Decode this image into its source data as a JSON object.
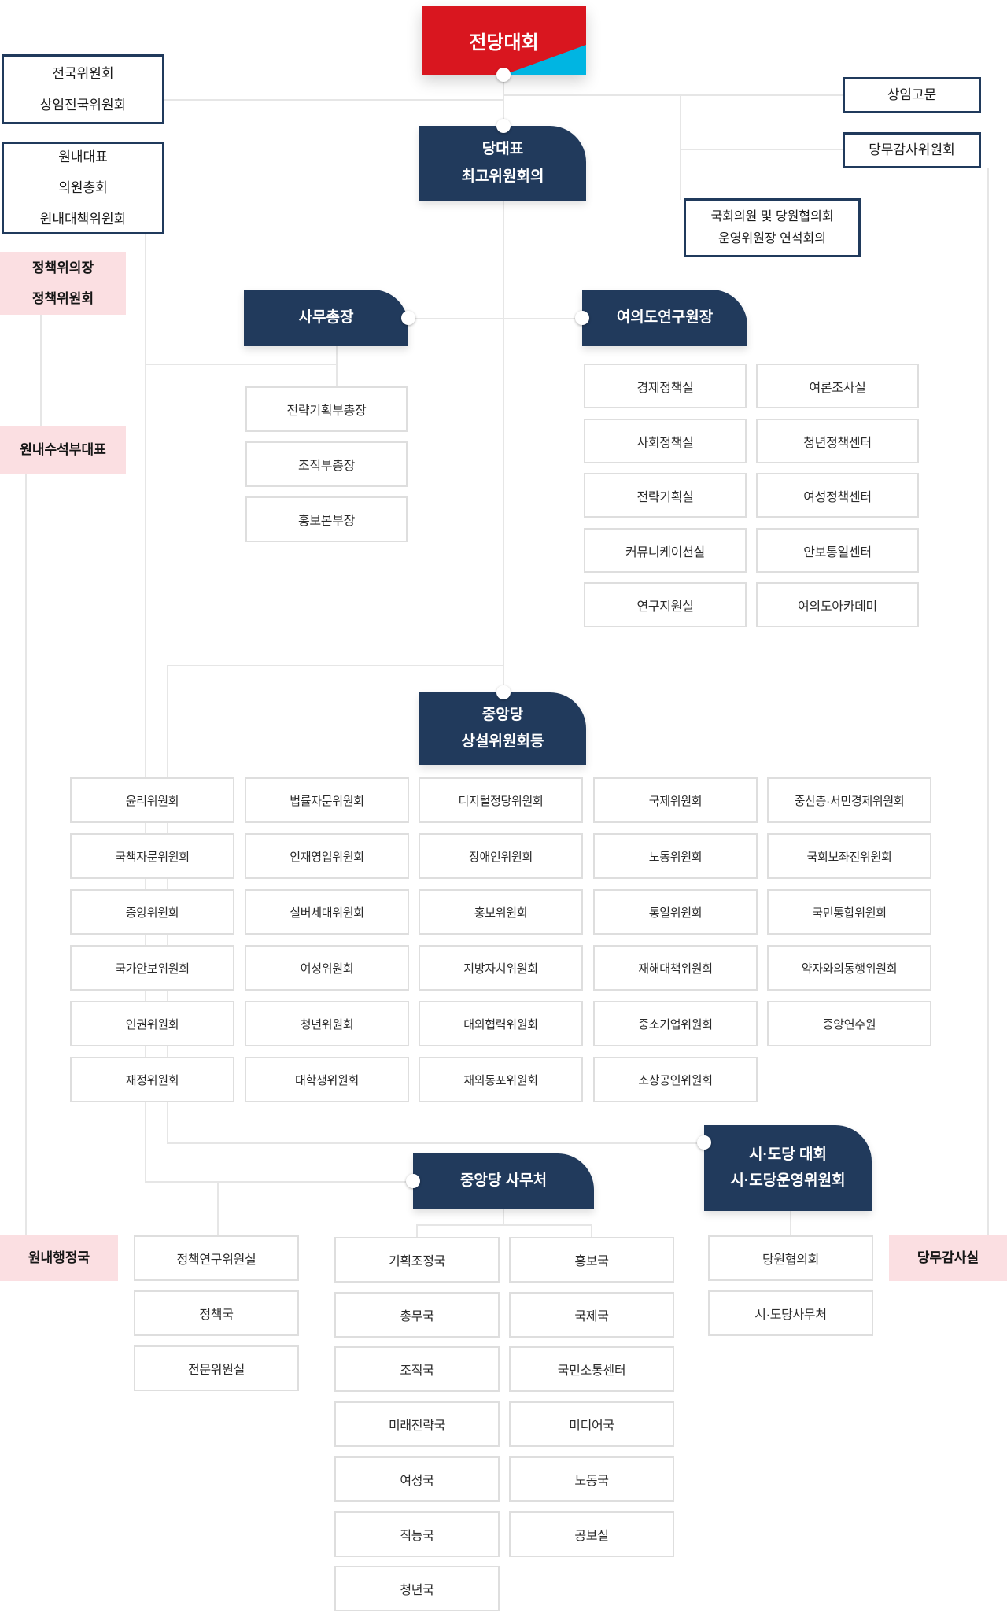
{
  "colors": {
    "navy": "#213a5c",
    "red": "#d9161f",
    "cyan": "#00b5e2",
    "pink": "#fbdfe2",
    "line_gray": "#e6e6e6",
    "box_border": "#dedede"
  },
  "top": {
    "convention": "전당대회",
    "national_committee": "전국위원회\n상임전국위원회",
    "floor_group": "원내대표\n의원총회\n원내대책위원회",
    "leader": "당대표\n최고위원회의",
    "senior_advisors": "상임고문",
    "audit_committee": "당무감사위원회",
    "joint_meeting": "국회의원 및 당원협의회\n운영위원장 연석회의"
  },
  "pink": {
    "policy_chair": "정책위의장\n정책위원회",
    "floor_deputy": "원내수석부대표",
    "floor_admin": "원내행정국",
    "audit_office": "당무감사실"
  },
  "secretary_general": {
    "title": "사무총장",
    "subs": [
      "전략기획부총장",
      "조직부총장",
      "홍보본부장"
    ]
  },
  "research_institute": {
    "title": "여의도연구원장",
    "rows": [
      [
        "경제정책실",
        "여론조사실"
      ],
      [
        "사회정책실",
        "청년정책센터"
      ],
      [
        "전략기획실",
        "여성정책센터"
      ],
      [
        "커뮤니케이션실",
        "안보통일센터"
      ],
      [
        "연구지원실",
        "여의도아카데미"
      ]
    ]
  },
  "standing_committees": {
    "title": "중앙당\n상설위원회등",
    "rows": [
      [
        "윤리위원회",
        "법률자문위원회",
        "디지털정당위원회",
        "국제위원회",
        "중산층·서민경제위원회"
      ],
      [
        "국책자문위원회",
        "인재영입위원회",
        "장애인위원회",
        "노동위원회",
        "국회보좌진위원회"
      ],
      [
        "중앙위원회",
        "실버세대위원회",
        "홍보위원회",
        "통일위원회",
        "국민통합위원회"
      ],
      [
        "국가안보위원회",
        "여성위원회",
        "지방자치위원회",
        "재해대책위원회",
        "약자와의동행위원회"
      ],
      [
        "인권위원회",
        "청년위원회",
        "대외협력위원회",
        "중소기업위원회",
        "중앙연수원"
      ],
      [
        "재정위원회",
        "대학생위원회",
        "재외동포위원회",
        "소상공인위원회",
        ""
      ]
    ]
  },
  "party_hq": {
    "title": "중앙당 사무처",
    "policy_col": [
      "정책연구위원실",
      "정책국",
      "전문위원실"
    ],
    "col_a": [
      "기획조정국",
      "총무국",
      "조직국",
      "미래전략국",
      "여성국",
      "직능국",
      "청년국"
    ],
    "col_b": [
      "홍보국",
      "국제국",
      "국민소통센터",
      "미디어국",
      "노동국",
      "공보실"
    ]
  },
  "sido": {
    "title": "시·도당 대회\n시·도당운영위원회",
    "subs": [
      "당원협의회",
      "시·도당사무처"
    ]
  }
}
